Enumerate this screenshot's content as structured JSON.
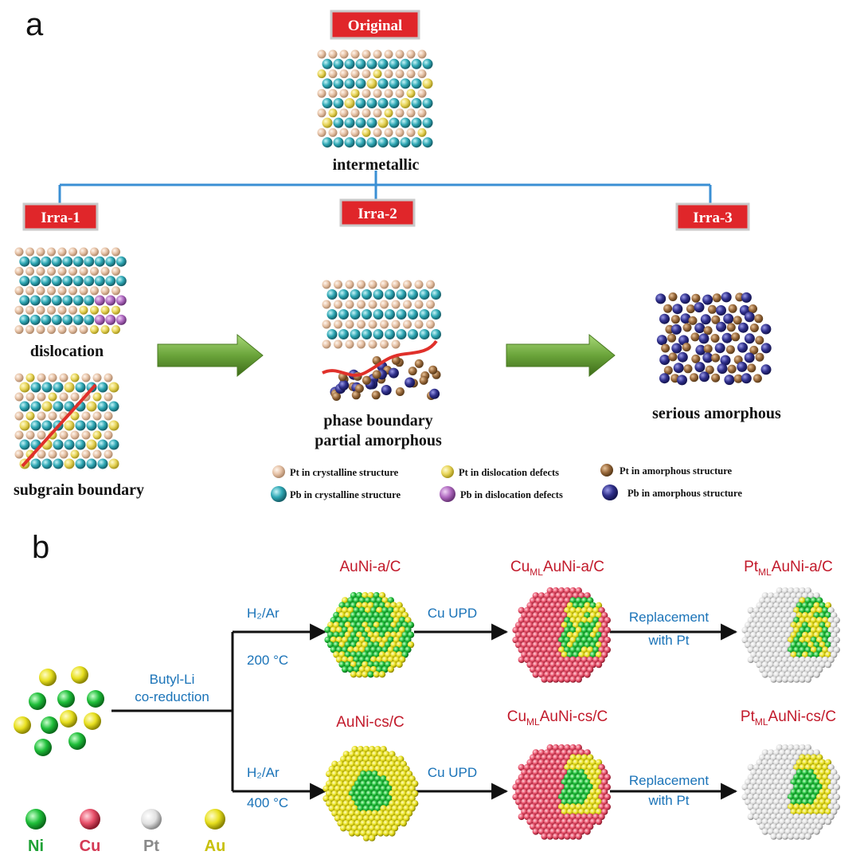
{
  "panel_a": {
    "label": "a",
    "tags": {
      "original": "Original",
      "irra1": "Irra-1",
      "irra2": "Irra-2",
      "irra3": "Irra-3"
    },
    "captions": {
      "intermetallic": "intermetallic",
      "dislocation": "dislocation",
      "subgrain": "subgrain boundary",
      "phase_line1": "phase boundary",
      "phase_line2": "partial amorphous",
      "serious": "serious amorphous"
    },
    "legend": [
      {
        "label": "Pt in crystalline structure",
        "color": "#e6c2a6"
      },
      {
        "label": "Pt in dislocation defects",
        "color": "#e8d55a"
      },
      {
        "label": "Pt in amorphous structure",
        "color": "#9a6a3c"
      },
      {
        "label": "Pb in crystalline structure",
        "color": "#2fa8b5"
      },
      {
        "label": "Pb in dislocation defects",
        "color": "#b06ac0"
      },
      {
        "label": "Pb in amorphous structure",
        "color": "#30308c"
      }
    ]
  },
  "panel_b": {
    "label": "b",
    "precursor": {
      "line1": "Butyl-Li",
      "line2": "co-reduction"
    },
    "top_row": {
      "cond_line1": "H₂/Ar",
      "cond_line2": "200 °C",
      "step1": "AuNi-a/C",
      "step2_prefix": "Cu",
      "step2_sub": "ML",
      "step2_rest": "AuNi-a/C",
      "step3_prefix": "Pt",
      "step3_sub": "ML",
      "step3_rest": "AuNi-a/C",
      "upd": "Cu UPD",
      "replace_line1": "Replacement",
      "replace_line2": "with Pt"
    },
    "bottom_row": {
      "cond_line1": "H₂/Ar",
      "cond_line2": "400 °C",
      "step1": "AuNi-cs/C",
      "step2_prefix": "Cu",
      "step2_sub": "ML",
      "step2_rest": "AuNi-cs/C",
      "step3_prefix": "Pt",
      "step3_sub": "ML",
      "step3_rest": "AuNi-cs/C",
      "upd": "Cu UPD",
      "replace_line1": "Replacement",
      "replace_line2": "with Pt"
    },
    "element_legend": [
      {
        "label": "Ni",
        "color": "#1fbf3a",
        "text_color": "#1fa236"
      },
      {
        "label": "Cu",
        "color": "#e8506a",
        "text_color": "#d43a55"
      },
      {
        "label": "Pt",
        "color": "#e8e8e8",
        "text_color": "#8a8a8a"
      },
      {
        "label": "Au",
        "color": "#e8e020",
        "text_color": "#c8c00a"
      }
    ]
  },
  "colors": {
    "tag_red": "#e0262a",
    "tree_blue": "#3a8fd4",
    "arrow_green": "#6aa43a",
    "phase_red": "#e0302a"
  }
}
